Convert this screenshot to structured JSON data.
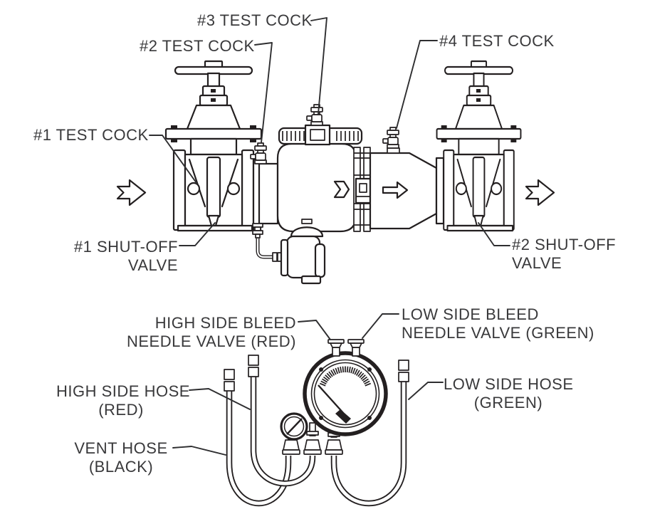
{
  "colors": {
    "line_art": "#231f20",
    "label_text": "#39393b",
    "background": "#ffffff"
  },
  "assembly_labels": {
    "test_cock_1": "#1 TEST COCK",
    "test_cock_2": "#2 TEST COCK",
    "test_cock_3": "#3 TEST COCK",
    "test_cock_4": "#4 TEST COCK",
    "shutoff_valve_1": {
      "line1": "#1 SHUT-OFF",
      "line2": "VALVE"
    },
    "shutoff_valve_2": {
      "line1": "#2 SHUT-OFF",
      "line2": "VALVE"
    }
  },
  "test_kit_labels": {
    "high_side_bleed": {
      "line1": "HIGH SIDE BLEED",
      "line2": "NEEDLE VALVE (RED)"
    },
    "low_side_bleed": {
      "line1": "LOW SIDE BLEED",
      "line2": "NEEDLE VALVE (GREEN)"
    },
    "high_side_hose": {
      "line1": "HIGH SIDE HOSE",
      "line2": "(RED)"
    },
    "low_side_hose": {
      "line1": "LOW SIDE HOSE",
      "line2": "(GREEN)"
    },
    "vent_hose": {
      "line1": "VENT HOSE",
      "line2": "(BLACK)"
    }
  }
}
